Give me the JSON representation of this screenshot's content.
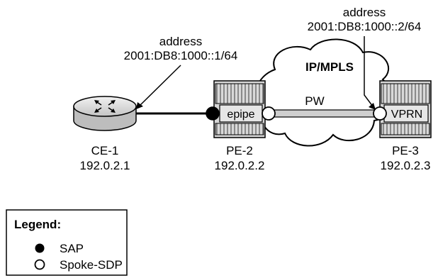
{
  "ce1": {
    "name": "CE-1",
    "ip": "192.0.2.1",
    "address_label": "address",
    "address_value": "2001:DB8:1000::1/64"
  },
  "pe2": {
    "name": "PE-2",
    "ip": "192.0.2.2",
    "service": "epipe"
  },
  "pe3": {
    "name": "PE-3",
    "ip": "192.0.2.3",
    "service": "VPRN",
    "address_label": "address",
    "address_value": "2001:DB8:1000::2/64"
  },
  "cloud": {
    "label": "IP/MPLS"
  },
  "pw": {
    "label": "PW"
  },
  "legend": {
    "title": "Legend:",
    "items": [
      {
        "symbol": "filled-circle",
        "label": "SAP"
      },
      {
        "symbol": "open-circle",
        "label": "Spoke-SDP"
      }
    ]
  },
  "colors": {
    "node_fill": "#d6d6d6",
    "node_stripe": "#8c8c8c",
    "line": "#000000",
    "pw_fill": "#cfcfcf"
  }
}
